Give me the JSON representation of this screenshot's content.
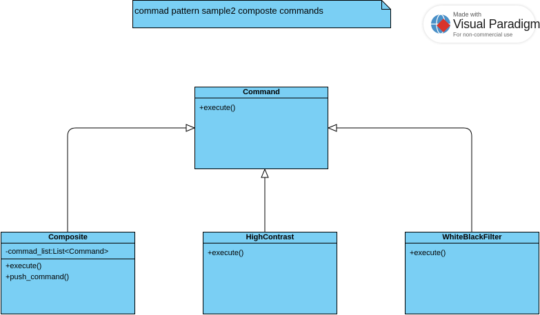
{
  "note": {
    "text": "commad pattern sample2 composte commands"
  },
  "watermark": {
    "made_with": "Made with",
    "brand": "Visual Paradigm",
    "subtitle": "For non-commercial use"
  },
  "classes": {
    "command": {
      "name": "Command",
      "operations": [
        "+execute()"
      ]
    },
    "composite": {
      "name": "Composite",
      "attributes": [
        "-commad_list:List<Command>"
      ],
      "operations": [
        "+execute()",
        "+push_command()"
      ]
    },
    "high_contrast": {
      "name": "HighContrast",
      "operations": [
        "+execute()"
      ]
    },
    "white_black_filter": {
      "name": "WhiteBlackFilter",
      "operations": [
        "+execute()"
      ]
    }
  },
  "colors": {
    "class_fill": "#7acff4",
    "note_fill": "#7acff4",
    "line": "#000000"
  }
}
